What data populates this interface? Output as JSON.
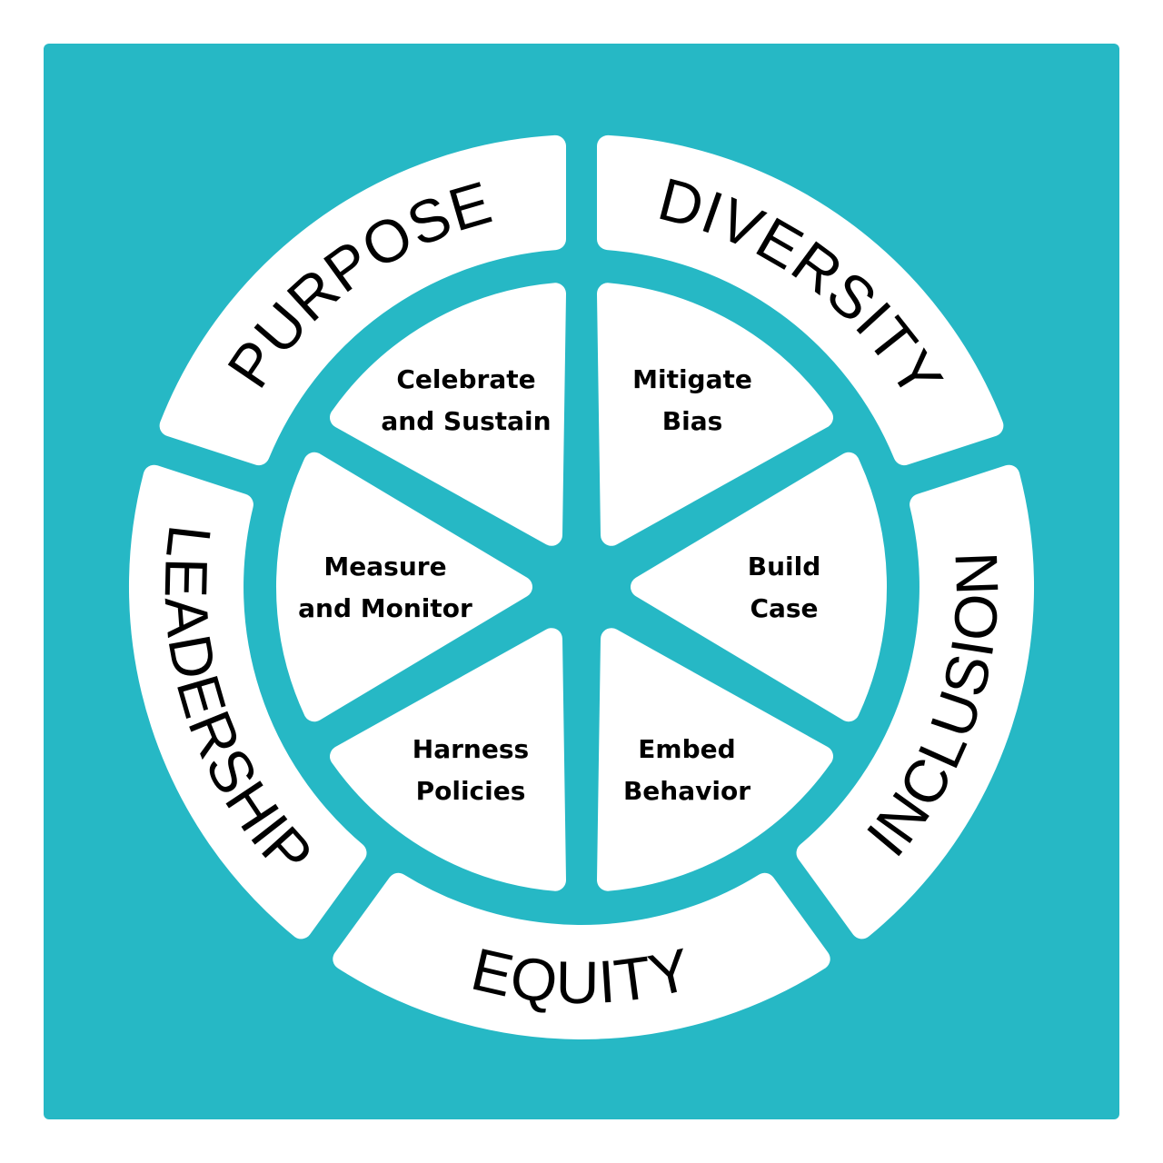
{
  "colors": {
    "background": "#26b8c5",
    "segment": "#ffffff",
    "text": "#000000"
  },
  "outer_ring": [
    {
      "label": "PURPOSE"
    },
    {
      "label": "DIVERSITY"
    },
    {
      "label": "INCLUSION"
    },
    {
      "label": "EQUITY"
    },
    {
      "label": "LEADERSHIP"
    }
  ],
  "inner_wheel": [
    {
      "line1": "Mitigate",
      "line2": "Bias"
    },
    {
      "line1": "Build",
      "line2": "Case"
    },
    {
      "line1": "Embed",
      "line2": "Behavior"
    },
    {
      "line1": "Harness",
      "line2": "Policies"
    },
    {
      "line1": "Measure",
      "line2": "and Monitor"
    },
    {
      "line1": "Celebrate",
      "line2": "and Sustain"
    }
  ]
}
